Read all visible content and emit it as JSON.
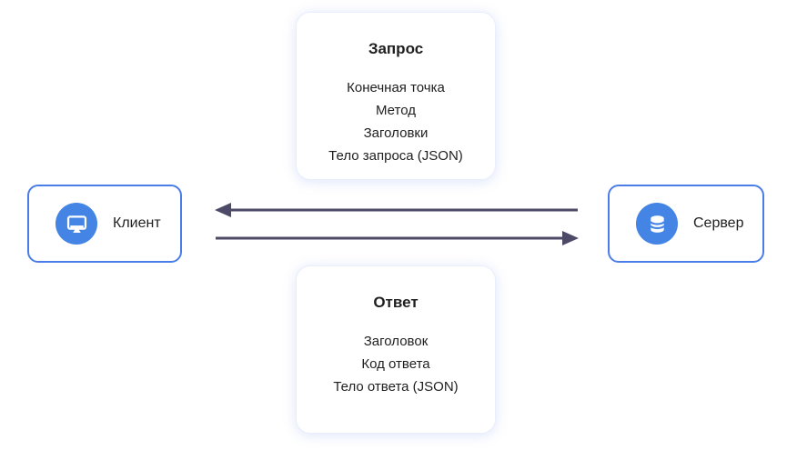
{
  "diagram": {
    "request_card": {
      "title": "Запрос",
      "items": [
        "Конечная точка",
        "Метод",
        "Заголовки",
        "Тело запроса (JSON)"
      ]
    },
    "response_card": {
      "title": "Ответ",
      "items": [
        "Заголовок",
        "Код ответа",
        "Тело ответа (JSON)"
      ]
    },
    "client_node": {
      "label": "Клиент",
      "icon": "monitor-icon"
    },
    "server_node": {
      "label": "Сервер",
      "icon": "database-icon"
    },
    "arrows": [
      {
        "name": "server-to-client",
        "direction": "left"
      },
      {
        "name": "client-to-server",
        "direction": "right"
      }
    ],
    "colors": {
      "node_border": "#4b7de8",
      "icon_circle": "#4484e4",
      "arrow": "#4c4a66",
      "card_halo": "#e8eefb",
      "text": "#1f1f1f"
    }
  }
}
